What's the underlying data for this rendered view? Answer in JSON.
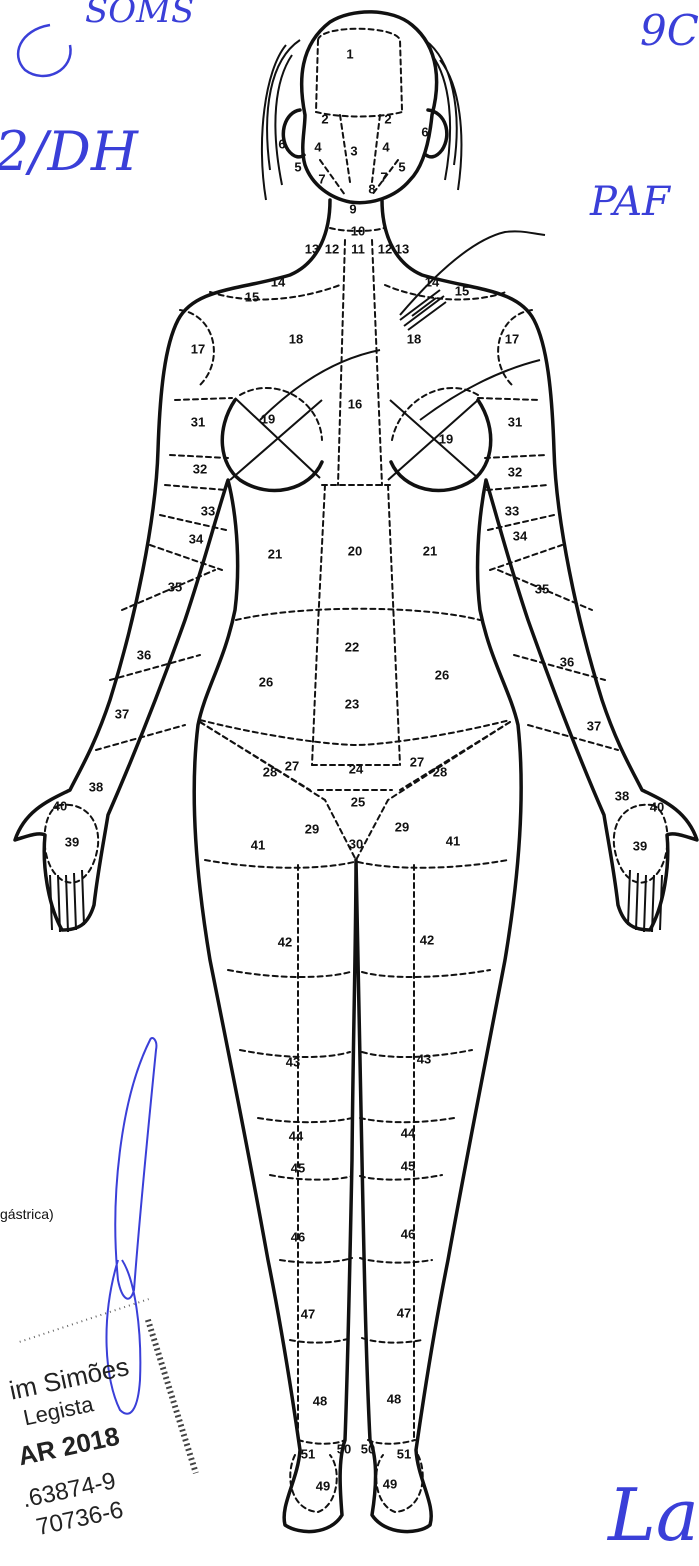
{
  "handwriting": {
    "top_left_line1": "SOMS",
    "top_left_line2": "2/DH",
    "top_right_upper": "9C",
    "top_right_label": "PAF",
    "bottom_right": "La"
  },
  "caption_fragment": "gástrica)",
  "stamp": {
    "line1": "im Simões",
    "line2": "Legista",
    "line3": "AR 2018",
    "line4": ".63874-9",
    "line5": "70736-6"
  },
  "region_labels": [
    "1",
    "2",
    "2",
    "3",
    "4",
    "4",
    "5",
    "5",
    "6",
    "6",
    "7",
    "7",
    "8",
    "9",
    "10",
    "11",
    "12",
    "12",
    "13",
    "13",
    "14",
    "14",
    "15",
    "15",
    "16",
    "17",
    "17",
    "18",
    "18",
    "19",
    "19",
    "20",
    "21",
    "21",
    "22",
    "23",
    "24",
    "25",
    "26",
    "26",
    "27",
    "27",
    "28",
    "28",
    "29",
    "29",
    "30",
    "31",
    "31",
    "32",
    "32",
    "33",
    "33",
    "34",
    "34",
    "35",
    "35",
    "36",
    "36",
    "37",
    "37",
    "38",
    "38",
    "39",
    "39",
    "40",
    "40",
    "41",
    "41",
    "42",
    "42",
    "43",
    "43",
    "44",
    "44",
    "45",
    "45",
    "46",
    "46",
    "47",
    "47",
    "48",
    "48",
    "49",
    "49",
    "50",
    "50",
    "51",
    "51"
  ]
}
